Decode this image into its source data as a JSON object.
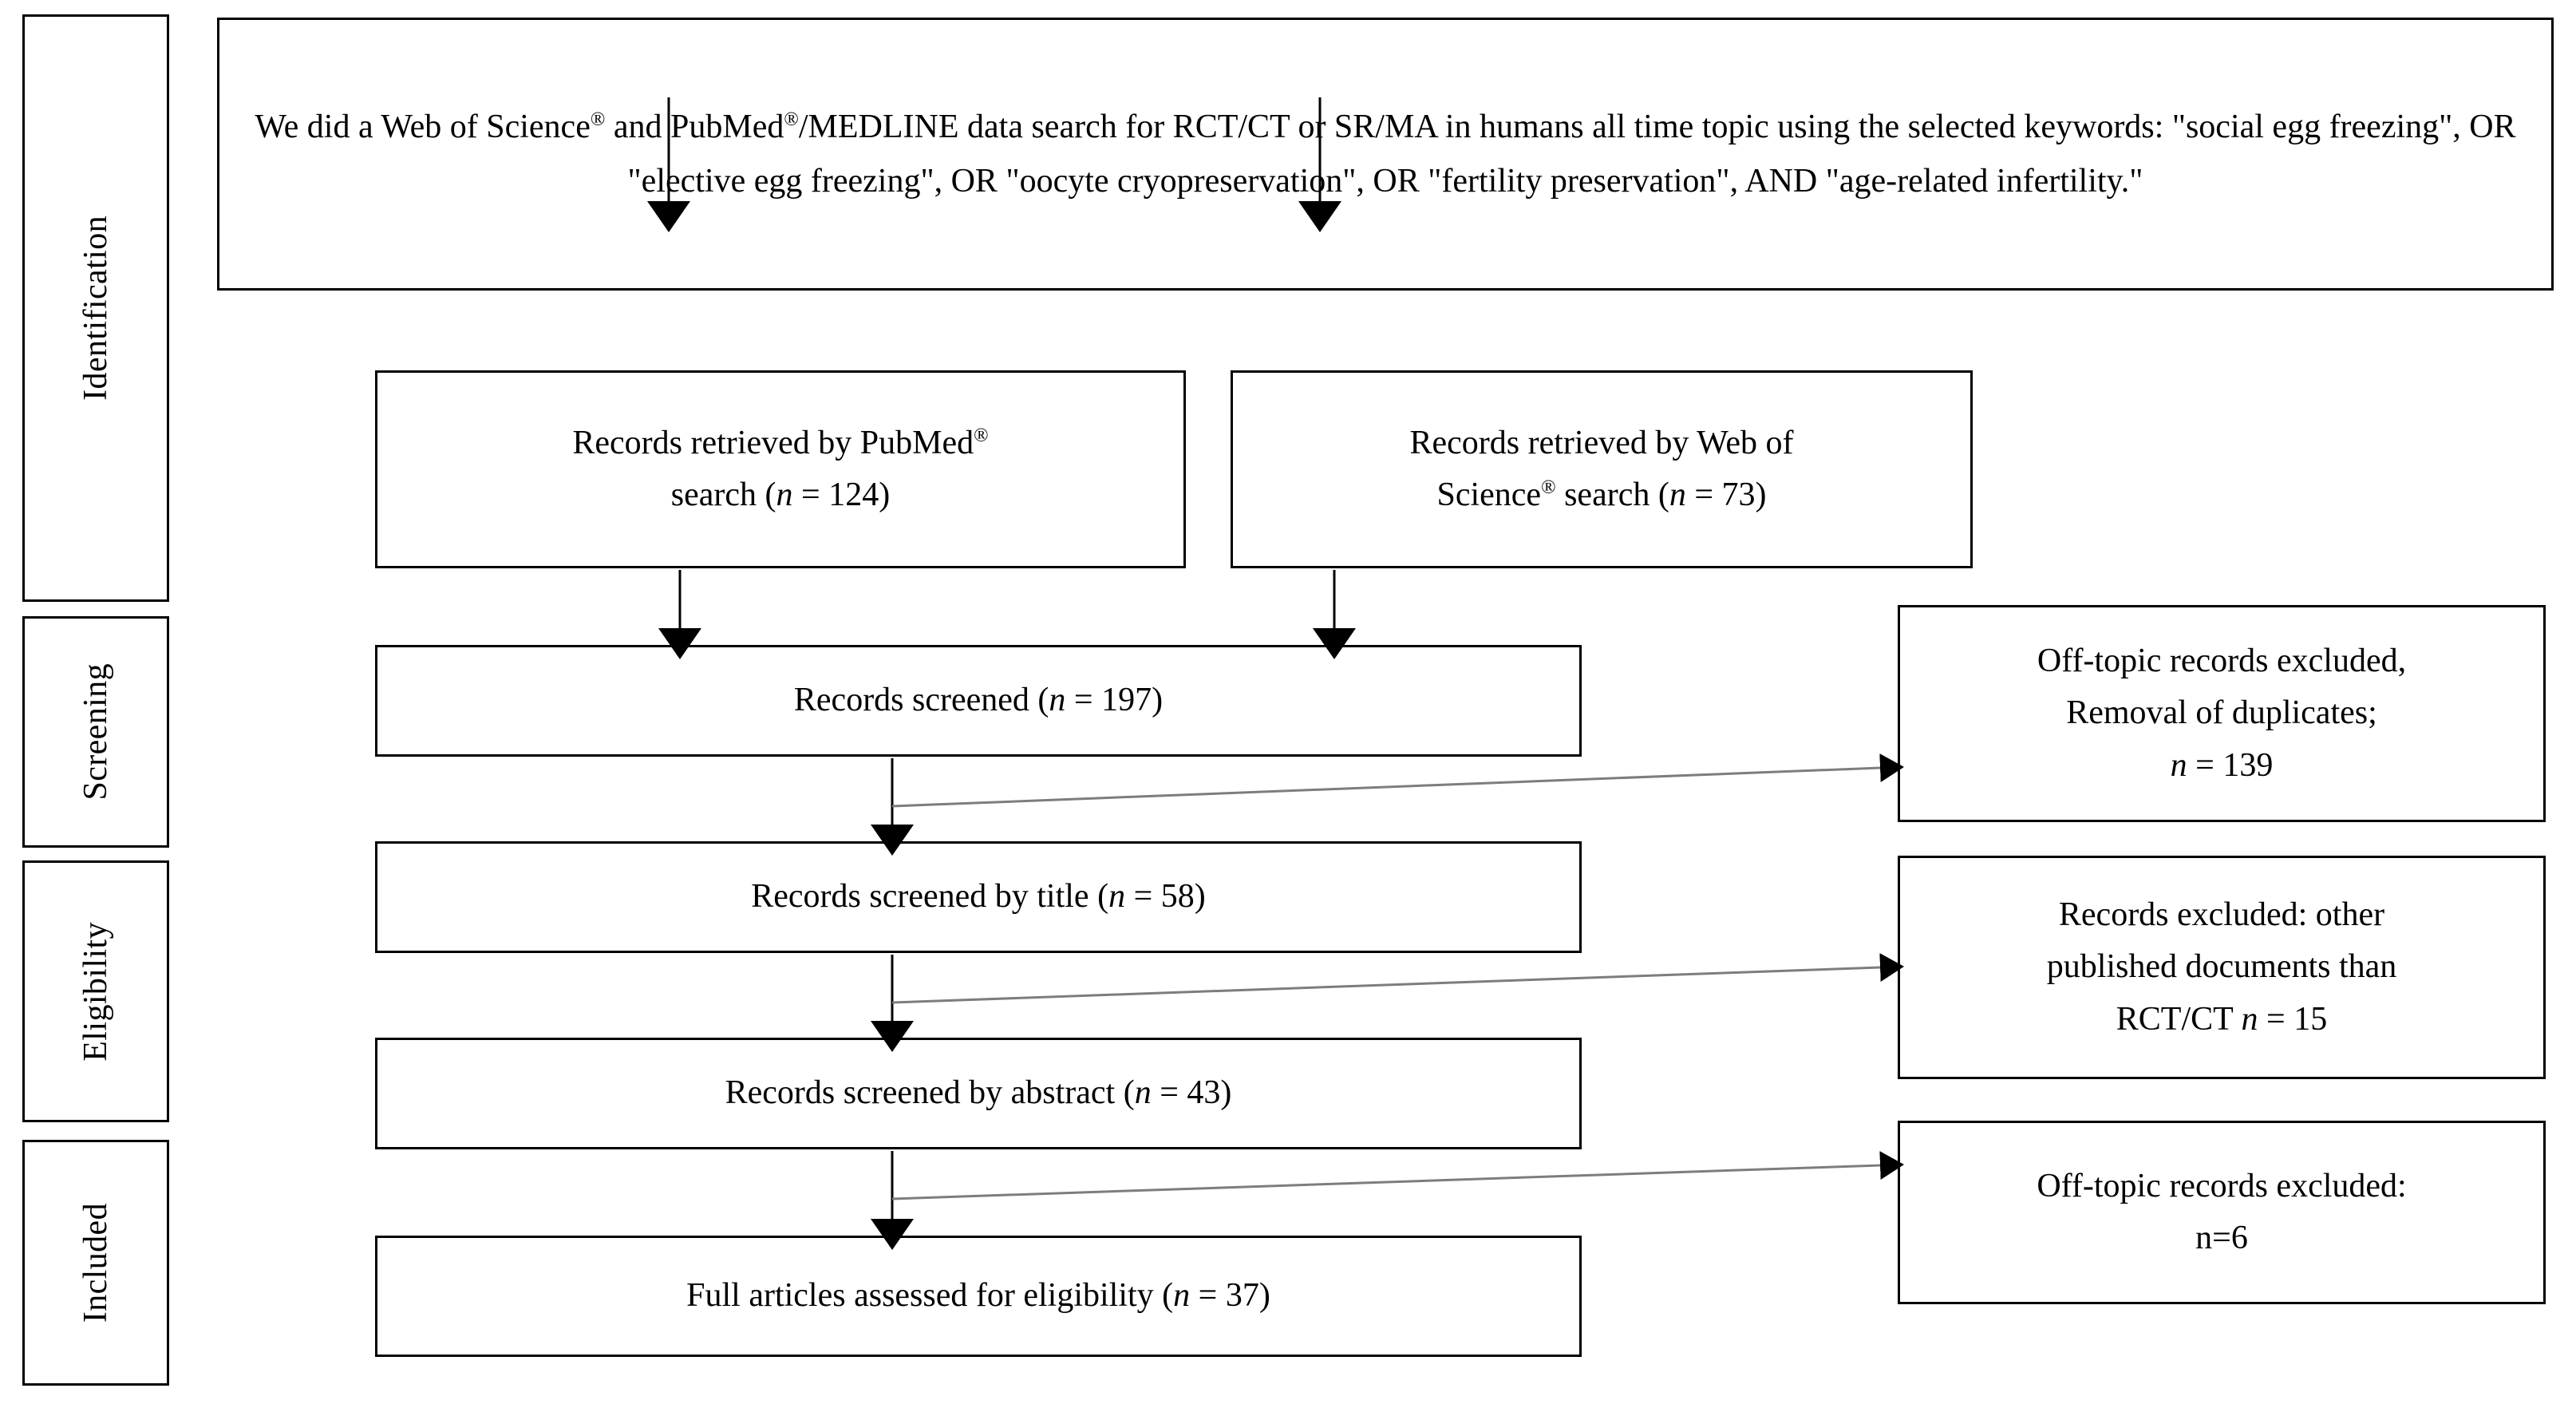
{
  "diagram": {
    "type": "prisma-flow-diagram",
    "stages": [
      {
        "id": "identification",
        "label": "Identification"
      },
      {
        "id": "screening",
        "label": "Screening"
      },
      {
        "id": "eligibility",
        "label": "Eligibility"
      },
      {
        "id": "included",
        "label": "Included"
      }
    ],
    "search_statement": {
      "line1_a": "We did a Web of Science",
      "line1_sup1": "®",
      "line1_b": " and PubMed",
      "line1_sup2": "®",
      "line1_c": "/MEDLINE data search for RCT/CT or SR/MA in humans all time topic using the",
      "line2": "selected keywords: \"social egg freezing\", OR \"elective egg freezing\", OR \"oocyte cryopreservation\", OR \"fertility",
      "line3": "preservation\", AND \"age-related infertility.\""
    },
    "source_boxes": [
      {
        "id": "pubmed-source",
        "line1_a": "Records retrieved by PubMed",
        "line1_sup": "®",
        "line2_a": "search (",
        "n_symbol": "n",
        "line2_b": " = 124)",
        "n_value": 124
      },
      {
        "id": "wos-source",
        "line1_a": "Records retrieved by Web of",
        "line2_a": "Science",
        "line2_sup": "®",
        "line2_b": " search (",
        "n_symbol": "n",
        "line2_c": " = 73)",
        "n_value": 73
      }
    ],
    "flow_boxes": [
      {
        "id": "records-screened",
        "text_a": "Records screened (",
        "n_symbol": "n",
        "text_b": " = 197)",
        "n_value": 197
      },
      {
        "id": "screened-by-title",
        "text_a": "Records screened by title (",
        "n_symbol": "n",
        "text_b": " = 58)",
        "n_value": 58
      },
      {
        "id": "screened-by-abstract",
        "text_a": "Records screened by abstract (",
        "n_symbol": "n",
        "text_b": " = 43)",
        "n_value": 43
      },
      {
        "id": "full-articles-assessed",
        "text_a": "Full articles assessed for eligibility (",
        "n_symbol": "n",
        "text_b": " = 37)",
        "n_value": 37
      }
    ],
    "exclusion_boxes": [
      {
        "id": "excluded-offtopic-duplicates",
        "line1": "Off-topic records excluded,",
        "line2": "Removal of duplicates;",
        "line3_n": "n",
        "line3_rest": " = 139",
        "n_value": 139
      },
      {
        "id": "excluded-other-documents",
        "line1": "Records excluded: other",
        "line2": "published documents than",
        "line3_a": "RCT/CT ",
        "line3_n": "n",
        "line3_b": " = 15",
        "n_value": 15
      },
      {
        "id": "excluded-offtopic-2",
        "line1": "Off-topic records excluded:",
        "line2": "n=6",
        "n_value": 6
      }
    ],
    "colors": {
      "box_border": "#000000",
      "text": "#000000",
      "background": "#ffffff",
      "arrow_black": "#000000",
      "arrow_gray": "#808080"
    }
  }
}
